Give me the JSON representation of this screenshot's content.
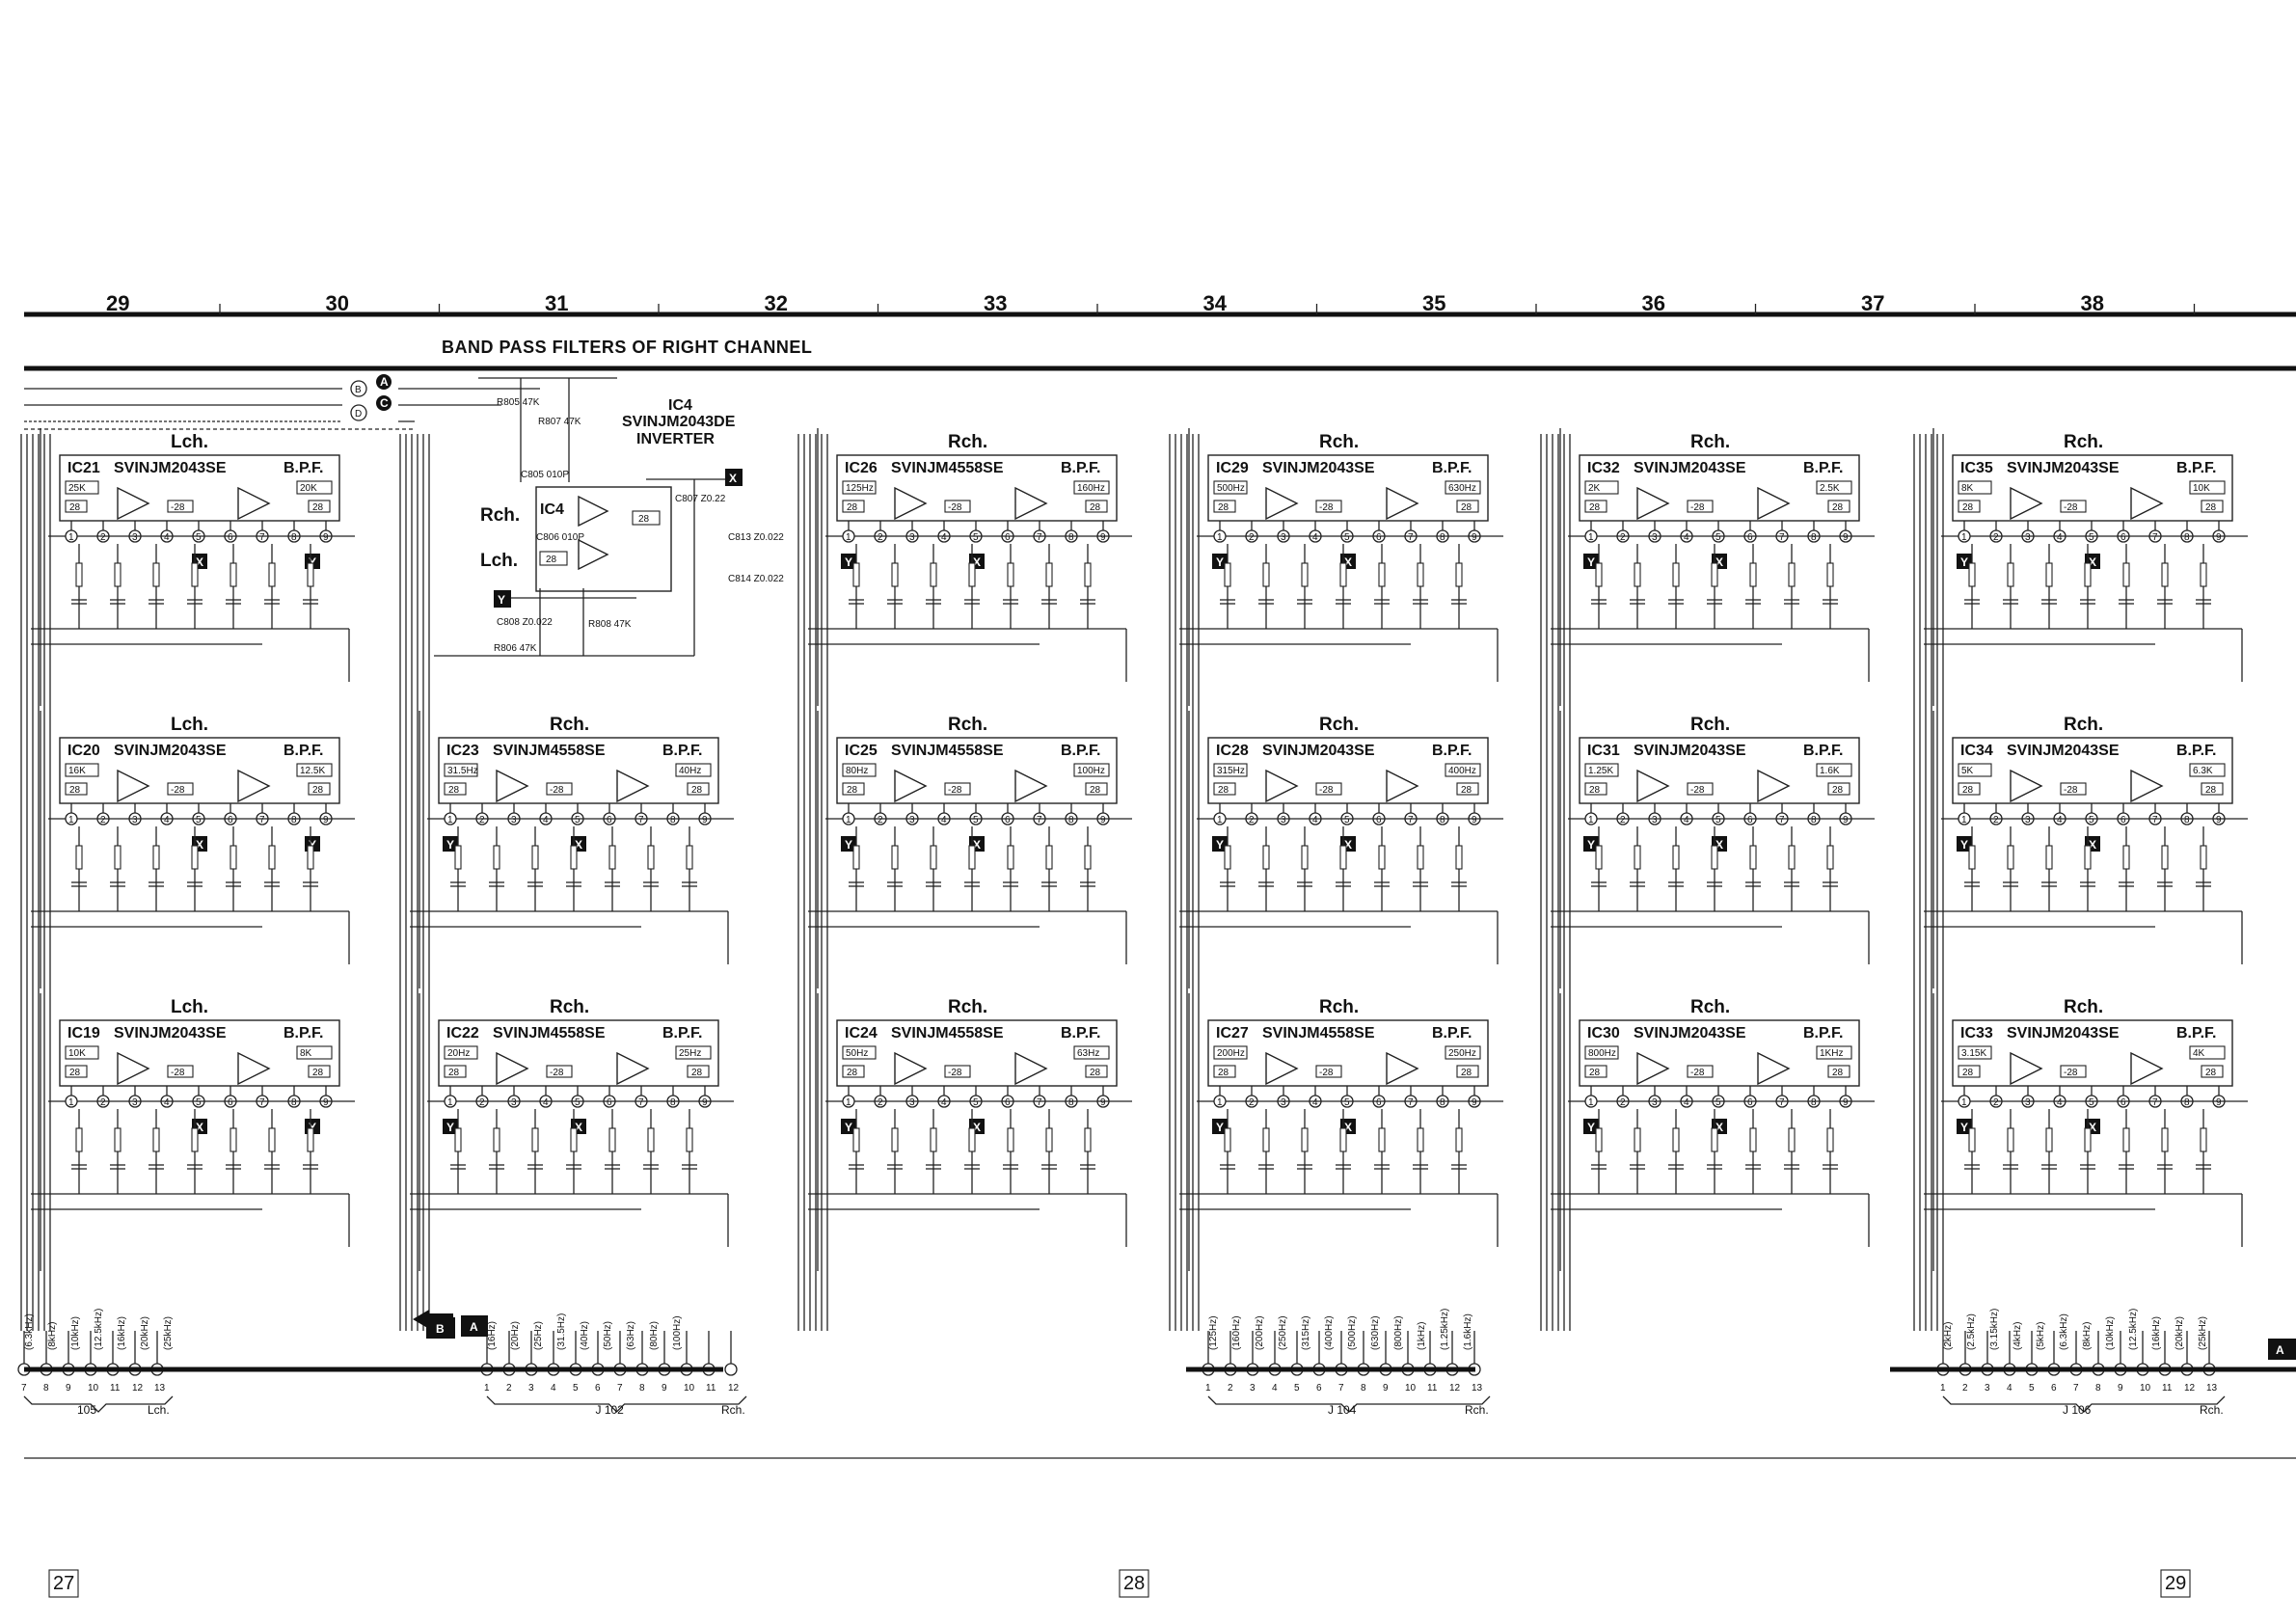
{
  "header": {
    "zones": [
      "29",
      "30",
      "31",
      "32",
      "33",
      "34",
      "35",
      "36",
      "37",
      "38"
    ],
    "title": "BAND PASS FILTERS OF RIGHT CHANNEL"
  },
  "bus_labels": [
    "B",
    "A",
    "C",
    "D"
  ],
  "markers": {
    "x": "X",
    "y": "Y"
  },
  "inverter": {
    "id": "IC4",
    "part": "SVINJM2043DE",
    "function": "INVERTER",
    "rch": "Rch.",
    "lch": "Lch.",
    "chip_label": "IC4",
    "gain": "28",
    "notes": [
      "R805 47K",
      "R807 47K",
      "C805 010P",
      "C806 010P",
      "C808 Z0.022",
      "R808 47K",
      "R806 47K",
      "C807 Z0.22",
      "C813 Z0.022",
      "C814 Z0.022"
    ]
  },
  "modules": [
    {
      "col": 0,
      "row": 0,
      "ch": "Lch.",
      "ic": "IC21",
      "part": "SVINJM2043SE",
      "type": "B.P.F.",
      "f1": "25K",
      "f2": "20K"
    },
    {
      "col": 0,
      "row": 1,
      "ch": "Lch.",
      "ic": "IC20",
      "part": "SVINJM2043SE",
      "type": "B.P.F.",
      "f1": "16K",
      "f2": "12.5K"
    },
    {
      "col": 0,
      "row": 2,
      "ch": "Lch.",
      "ic": "IC19",
      "part": "SVINJM2043SE",
      "type": "B.P.F.",
      "f1": "10K",
      "f2": "8K"
    },
    {
      "col": 1,
      "row": 1,
      "ch": "Rch.",
      "ic": "IC23",
      "part": "SVINJM4558SE",
      "type": "B.P.F.",
      "f1": "31.5Hz",
      "f2": "40Hz"
    },
    {
      "col": 1,
      "row": 2,
      "ch": "Rch.",
      "ic": "IC22",
      "part": "SVINJM4558SE",
      "type": "B.P.F.",
      "f1": "20Hz",
      "f2": "25Hz"
    },
    {
      "col": 2,
      "row": 0,
      "ch": "Rch.",
      "ic": "IC26",
      "part": "SVINJM4558SE",
      "type": "B.P.F.",
      "f1": "125Hz",
      "f2": "160Hz"
    },
    {
      "col": 2,
      "row": 1,
      "ch": "Rch.",
      "ic": "IC25",
      "part": "SVINJM4558SE",
      "type": "B.P.F.",
      "f1": "80Hz",
      "f2": "100Hz"
    },
    {
      "col": 2,
      "row": 2,
      "ch": "Rch.",
      "ic": "IC24",
      "part": "SVINJM4558SE",
      "type": "B.P.F.",
      "f1": "50Hz",
      "f2": "63Hz"
    },
    {
      "col": 3,
      "row": 0,
      "ch": "Rch.",
      "ic": "IC29",
      "part": "SVINJM2043SE",
      "type": "B.P.F.",
      "f1": "500Hz",
      "f2": "630Hz"
    },
    {
      "col": 3,
      "row": 1,
      "ch": "Rch.",
      "ic": "IC28",
      "part": "SVINJM2043SE",
      "type": "B.P.F.",
      "f1": "315Hz",
      "f2": "400Hz"
    },
    {
      "col": 3,
      "row": 2,
      "ch": "Rch.",
      "ic": "IC27",
      "part": "SVINJM4558SE",
      "type": "B.P.F.",
      "f1": "200Hz",
      "f2": "250Hz"
    },
    {
      "col": 4,
      "row": 0,
      "ch": "Rch.",
      "ic": "IC32",
      "part": "SVINJM2043SE",
      "type": "B.P.F.",
      "f1": "2K",
      "f2": "2.5K"
    },
    {
      "col": 4,
      "row": 1,
      "ch": "Rch.",
      "ic": "IC31",
      "part": "SVINJM2043SE",
      "type": "B.P.F.",
      "f1": "1.25K",
      "f2": "1.6K"
    },
    {
      "col": 4,
      "row": 2,
      "ch": "Rch.",
      "ic": "IC30",
      "part": "SVINJM2043SE",
      "type": "B.P.F.",
      "f1": "800Hz",
      "f2": "1KHz"
    },
    {
      "col": 5,
      "row": 0,
      "ch": "Rch.",
      "ic": "IC35",
      "part": "SVINJM2043SE",
      "type": "B.P.F.",
      "f1": "8K",
      "f2": "10K"
    },
    {
      "col": 5,
      "row": 1,
      "ch": "Rch.",
      "ic": "IC34",
      "part": "SVINJM2043SE",
      "type": "B.P.F.",
      "f1": "5K",
      "f2": "6.3K"
    },
    {
      "col": 5,
      "row": 2,
      "ch": "Rch.",
      "ic": "IC33",
      "part": "SVINJM2043SE",
      "type": "B.P.F.",
      "f1": "3.15K",
      "f2": "4K"
    }
  ],
  "connectors": [
    {
      "id": "J105",
      "label": "105",
      "ch": "Lch.",
      "pins": [
        "7",
        "8",
        "9",
        "10",
        "11",
        "12",
        "13"
      ],
      "freqs": [
        "(6.3kHz)",
        "(8kHz)",
        "(10kHz)",
        "(12.5kHz)",
        "(16kHz)",
        "(20kHz)",
        "(25kHz)"
      ]
    },
    {
      "id": "J102",
      "label": "J 102",
      "ch": "Rch.",
      "pins": [
        "1",
        "2",
        "3",
        "4",
        "5",
        "6",
        "7",
        "8",
        "9",
        "10",
        "11",
        "12"
      ],
      "freqs": [
        "(16Hz)",
        "(20Hz)",
        "(25Hz)",
        "(31.5Hz)",
        "(40Hz)",
        "(50Hz)",
        "(63Hz)",
        "(80Hz)",
        "(100Hz)"
      ]
    },
    {
      "id": "J104",
      "label": "J 104",
      "ch": "Rch.",
      "pins": [
        "1",
        "2",
        "3",
        "4",
        "5",
        "6",
        "7",
        "8",
        "9",
        "10",
        "11",
        "12",
        "13"
      ],
      "freqs": [
        "(125Hz)",
        "(160Hz)",
        "(200Hz)",
        "(250Hz)",
        "(315Hz)",
        "(400Hz)",
        "(500Hz)",
        "(630Hz)",
        "(800Hz)",
        "(1kHz)",
        "(1.25kHz)",
        "(1.6kHz)"
      ]
    },
    {
      "id": "J106",
      "label": "J 106",
      "ch": "Rch.",
      "pins": [
        "1",
        "2",
        "3",
        "4",
        "5",
        "6",
        "7",
        "8",
        "9",
        "10",
        "11",
        "12",
        "13"
      ],
      "freqs": [
        "(2kHz)",
        "(2.5kHz)",
        "(3.15kHz)",
        "(4kHz)",
        "(5kHz)",
        "(6.3kHz)",
        "(8kHz)",
        "(10kHz)",
        "(12.5kHz)",
        "(16kHz)",
        "(20kHz)",
        "(25kHz)"
      ]
    }
  ],
  "page_numbers": [
    "27",
    "28",
    "29"
  ],
  "colors": {
    "ink": "#111111",
    "paper": "#ffffff"
  }
}
